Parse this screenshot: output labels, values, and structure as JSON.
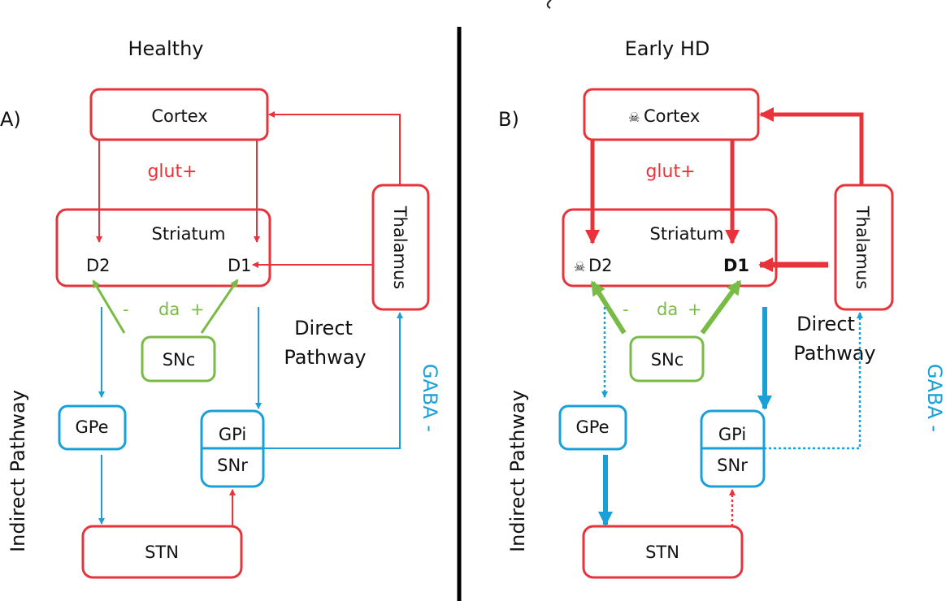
{
  "colors": {
    "excitatory": "#e8333a",
    "inhibitory": "#1aa0d8",
    "dopamine": "#78bb45",
    "text": "#111111",
    "divider": "#000000"
  },
  "panels": [
    {
      "letter": "A)",
      "title": "Healthy",
      "nodes": {
        "cortex": "Cortex",
        "striatum": "Striatum",
        "d2": "D2",
        "d1": "D1",
        "thalamus": "Thalamus",
        "snc": "SNc",
        "gpe": "GPe",
        "gpi": "GPi",
        "snr": "SNr",
        "stn": "STN"
      },
      "labels": {
        "glut": "glut+",
        "da": "da",
        "da_minus": "-",
        "da_plus": "+",
        "direct_line1": "Direct",
        "direct_line2": "Pathway",
        "indirect": "Indirect Pathway",
        "gaba": "GABA -"
      },
      "marked_nodes": [],
      "bold_nodes": []
    },
    {
      "letter": "B)",
      "title": "Early HD",
      "nodes": {
        "cortex": "Cortex",
        "striatum": "Striatum",
        "d2": "D2",
        "d1": "D1",
        "thalamus": "Thalamus",
        "snc": "SNc",
        "gpe": "GPe",
        "gpi": "GPi",
        "snr": "SNr",
        "stn": "STN"
      },
      "labels": {
        "glut": "glut+",
        "da": "da",
        "da_minus": "-",
        "da_plus": "+",
        "direct_line1": "Direct",
        "direct_line2": "Pathway",
        "indirect": "Indirect Pathway",
        "gaba": "GABA -"
      },
      "marked_nodes": [
        "cortex",
        "d2"
      ],
      "bold_nodes": [
        "d1"
      ],
      "skull_icon": "☠"
    }
  ]
}
